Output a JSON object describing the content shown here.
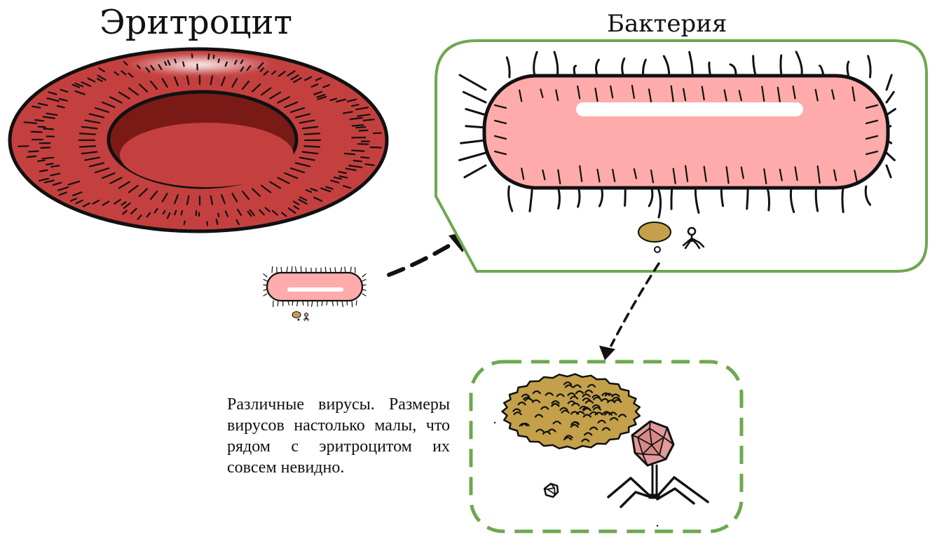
{
  "labels": {
    "erythrocyte": "Эритроцит",
    "bacterium": "Бактерия"
  },
  "caption": {
    "text": "Различные вирусы. Размеры вирусов настолько малы, что рядом с эритроцитом их совсем невидно."
  },
  "colors": {
    "rbc_body": "#c4403f",
    "rbc_dark": "#7a1a17",
    "bacterium_fill": "#ffabab",
    "zoom_frame": "#6da84f",
    "virus_gold": "#c4a04a",
    "phage_head": "#e39a9a"
  }
}
